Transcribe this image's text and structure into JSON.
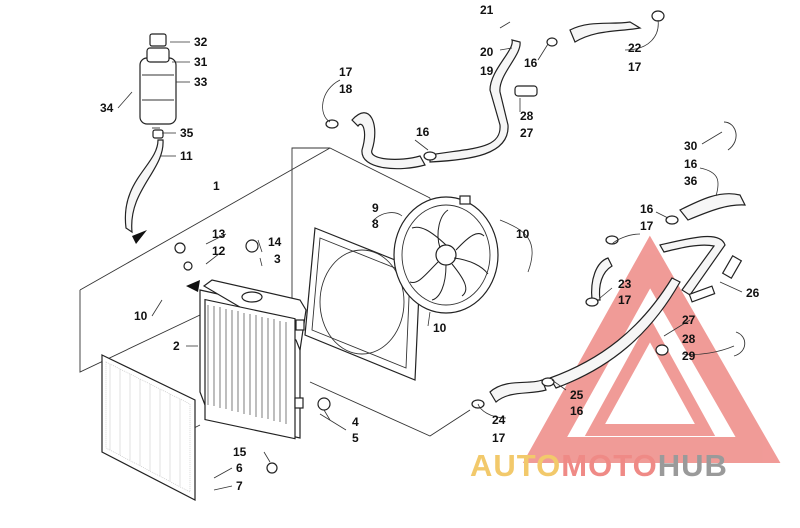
{
  "callouts": [
    {
      "id": "c32",
      "text": "32"
    },
    {
      "id": "c31",
      "text": "31"
    },
    {
      "id": "c33",
      "text": "33"
    },
    {
      "id": "c34",
      "text": "34"
    },
    {
      "id": "c35",
      "text": "35"
    },
    {
      "id": "c11",
      "text": "11"
    },
    {
      "id": "c1",
      "text": "1"
    },
    {
      "id": "c17a",
      "text": "17"
    },
    {
      "id": "c18",
      "text": "18"
    },
    {
      "id": "c16a",
      "text": "16"
    },
    {
      "id": "c21",
      "text": "21"
    },
    {
      "id": "c20",
      "text": "20"
    },
    {
      "id": "c19",
      "text": "19"
    },
    {
      "id": "c16b",
      "text": "16"
    },
    {
      "id": "c22",
      "text": "22"
    },
    {
      "id": "c17b",
      "text": "17"
    },
    {
      "id": "c28a",
      "text": "28"
    },
    {
      "id": "c27a",
      "text": "27"
    },
    {
      "id": "c30",
      "text": "30"
    },
    {
      "id": "c16c",
      "text": "16"
    },
    {
      "id": "c36",
      "text": "36"
    },
    {
      "id": "c9",
      "text": "9"
    },
    {
      "id": "c8",
      "text": "8"
    },
    {
      "id": "c10a",
      "text": "10"
    },
    {
      "id": "c13",
      "text": "13"
    },
    {
      "id": "c12",
      "text": "12"
    },
    {
      "id": "c14",
      "text": "14"
    },
    {
      "id": "c3",
      "text": "3"
    },
    {
      "id": "c10b",
      "text": "10"
    },
    {
      "id": "c2",
      "text": "2"
    },
    {
      "id": "c10c",
      "text": "10"
    },
    {
      "id": "c16d",
      "text": "16"
    },
    {
      "id": "c17c",
      "text": "17"
    },
    {
      "id": "c23",
      "text": "23"
    },
    {
      "id": "c17d",
      "text": "17"
    },
    {
      "id": "c26",
      "text": "26"
    },
    {
      "id": "c27b",
      "text": "27"
    },
    {
      "id": "c28b",
      "text": "28"
    },
    {
      "id": "c29",
      "text": "29"
    },
    {
      "id": "c25",
      "text": "25"
    },
    {
      "id": "c16e",
      "text": "16"
    },
    {
      "id": "c24",
      "text": "24"
    },
    {
      "id": "c17e",
      "text": "17"
    },
    {
      "id": "c4",
      "text": "4"
    },
    {
      "id": "c5",
      "text": "5"
    },
    {
      "id": "c15",
      "text": "15"
    },
    {
      "id": "c6",
      "text": "6"
    },
    {
      "id": "c7",
      "text": "7"
    }
  ],
  "watermark": {
    "part1": "AUTO",
    "part2": "MOTO",
    "part3": "HUB",
    "color_auto": "#f2c96b",
    "color_moto": "#ef8a86",
    "color_hub": "#9a9a9a",
    "triangle_color": "#ee8a86"
  }
}
